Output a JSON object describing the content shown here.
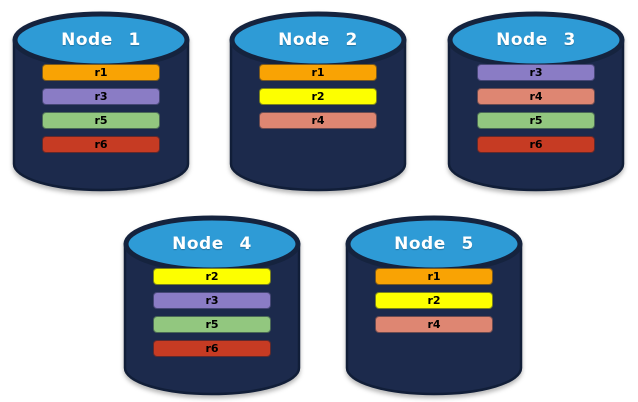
{
  "diagram": {
    "description": "Five database nodes with replica placement",
    "colors": {
      "cylinder_body": "#1C2A4C",
      "cylinder_outline": "#111E38",
      "lid_fill": "#2E9BD6",
      "lid_outline": "#15233E",
      "replica_text": "#000000",
      "title_text": "#FFFFFF",
      "replicas": {
        "r1": "#F9A304",
        "r2": "#FDFF00",
        "r3": "#8A7CC5",
        "r4": "#DE8672",
        "r5": "#92C77F",
        "r6": "#C63B23"
      }
    },
    "nodes": [
      {
        "label": "Node 1",
        "replicas": [
          "r1",
          "r3",
          "r5",
          "r6"
        ]
      },
      {
        "label": "Node 2",
        "replicas": [
          "r1",
          "r2",
          "r4"
        ]
      },
      {
        "label": "Node 3",
        "replicas": [
          "r3",
          "r4",
          "r5",
          "r6"
        ]
      },
      {
        "label": "Node 4",
        "replicas": [
          "r2",
          "r3",
          "r5",
          "r6"
        ]
      },
      {
        "label": "Node 5",
        "replicas": [
          "r1",
          "r2",
          "r4"
        ]
      }
    ]
  }
}
